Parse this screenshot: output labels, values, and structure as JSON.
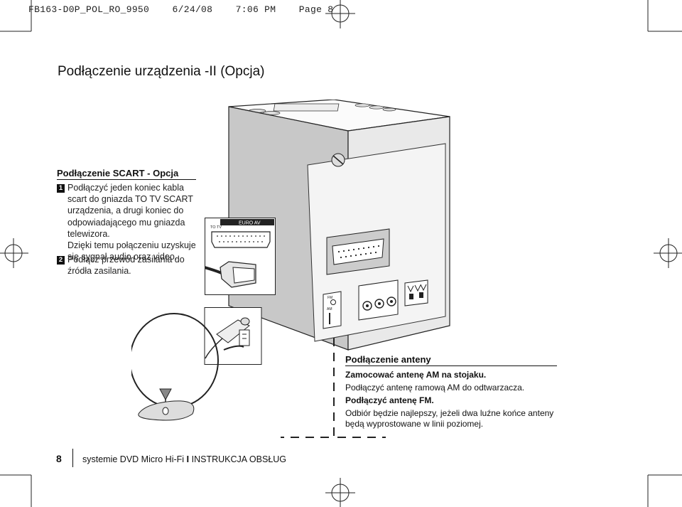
{
  "header": {
    "slug": "FB163-D0P_POL_RO_9950",
    "date": "6/24/08",
    "time": "7:06 PM",
    "page_label": "Page 8"
  },
  "page_title": "Podłączenie urządzenia -II (Opcja)",
  "scart_section": {
    "title": "Podłączenie SCART - Opcja",
    "steps": [
      {
        "number": "1",
        "lines": [
          "Podłączyć jeden koniec kabla",
          "scart do gniazda TO TV SCART",
          "urządzenia, a drugi koniec do",
          "odpowiadającego mu gniazda",
          "telewizora.",
          "Dzięki temu połączeniu uzyskuje",
          "się sygnał audio oraz video."
        ]
      },
      {
        "number": "2",
        "lines": [
          "Podłącz przewód zasilania do",
          "źródła zasilania."
        ]
      }
    ]
  },
  "diagram": {
    "scart_box_label": "EURO AV",
    "scart_box_sublabel": "TO TV",
    "fm_label": "FM",
    "am_label": "AM"
  },
  "antenna_section": {
    "title": "Podłączenie anteny",
    "lines": [
      {
        "text": "Zamocować antenę AM na stojaku.",
        "bold": true
      },
      {
        "text": "Podłączyć antenę ramową AM do odtwarzacza.",
        "bold": false
      },
      {
        "text": "Podłączyć antenę FM.",
        "bold": true
      },
      {
        "text": "Odbiór będzie najlepszy, jeżeli dwa luźne końce anteny",
        "bold": false
      },
      {
        "text": "będą wyprostowane w linii poziomej.",
        "bold": false
      }
    ]
  },
  "footer": {
    "page_number": "8",
    "text_left": "systemie DVD Micro Hi-Fi",
    "text_right": "INSTRUKCJA OBSŁUG"
  }
}
